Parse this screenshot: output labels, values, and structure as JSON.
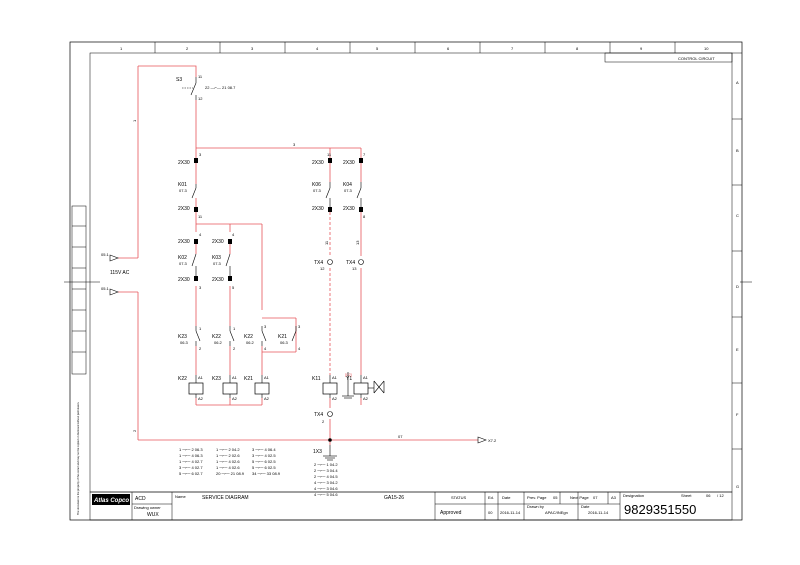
{
  "columns": [
    "1",
    "2",
    "3",
    "4",
    "5",
    "6",
    "7",
    "8",
    "9",
    "10"
  ],
  "rows": [
    "A",
    "B",
    "C",
    "D",
    "E",
    "F",
    "G"
  ],
  "header": {
    "section": "CONTROL CIRCUIT"
  },
  "supply": {
    "l1_ref": "05.1",
    "l2_ref": "05.1",
    "voltage": "115V AC"
  },
  "switch_s3": {
    "tag": "S3",
    "t1": "11",
    "t2": "12",
    "note": "22 —⌐— 21  08.7"
  },
  "wires": {
    "w1": "1",
    "w2": "2",
    "w3": "3",
    "wo": "07",
    "w11": "11",
    "w13": "13"
  },
  "terminals": {
    "x30": "2X30",
    "tx4": "TX4",
    "x3": "1X3",
    "pins": {
      "p3": "3",
      "p11": "11",
      "p7": "7",
      "p8": "8",
      "p4": "4",
      "p5": "5",
      "p12": "12",
      "p13": "13",
      "p1": "1",
      "p2": "2"
    }
  },
  "relays": {
    "k01": {
      "tag": "K01",
      "ref": "07.3"
    },
    "k02": {
      "tag": "K02",
      "ref": "07.3"
    },
    "k03": {
      "tag": "K03",
      "ref": "07.3"
    },
    "k06": {
      "tag": "K06",
      "ref": "07.3"
    },
    "k04": {
      "tag": "K04",
      "ref": "07.3"
    },
    "k23c": {
      "tag": "K23",
      "ref": "06.3"
    },
    "k22c": {
      "tag": "K22",
      "ref": "06.2"
    },
    "k22c2": {
      "tag": "K22",
      "ref": "06.2"
    },
    "k21c": {
      "tag": "K21",
      "ref": "06.3"
    }
  },
  "coils": [
    {
      "tag": "K22",
      "a1": "A1",
      "a2": "A2"
    },
    {
      "tag": "K23",
      "a1": "A1",
      "a2": "A2"
    },
    {
      "tag": "K21",
      "a1": "A1",
      "a2": "A2"
    },
    {
      "tag": "K11",
      "a1": "A1",
      "a2": "A2"
    },
    {
      "tag": "Y1",
      "a1": "A1",
      "a2": "A2"
    }
  ],
  "valve": {
    "ref": "[02]"
  },
  "outputs": {
    "x72": "X7.2"
  },
  "xref_lists": {
    "col1": [
      "1 ─⌐─ 2 06.3",
      "1 ─⌐─ 4 06.3",
      "1 ─⌐─ 4 02.7",
      "3 ─⌐─ 4 02.7",
      "5 ─⌐─ 6 02.7"
    ],
    "col2": [
      "1 ─⌐─ 2 04.2",
      "1 ─⌐─ 2 02.6",
      "1 ─⌐─ 4 02.6",
      "1 ─⌐─ 4 02.6",
      "20 ─⌐─ 21 08.9"
    ],
    "col3": [
      "3 ─⌐─ 4 06.4",
      "3 ─⌐─ 4 02.5",
      "5 ─⌐─ 6 02.5",
      "5 ─⌐─ 6 02.5",
      "34 ─⌐─ 33 08.9"
    ],
    "x3": [
      "2 ─⌐─ 1 04.2",
      "2 ─⌐─ 3 04.4",
      "2 ─⌐─ 4 04.5",
      "4 ─⌐─ 3 04.2",
      "4 ─⌐─ 3 04.6",
      "4 ─⌐─ 5 04.6"
    ]
  },
  "title_block": {
    "brand": "Atlas Copco",
    "company": "ACD",
    "drawing_owner_label": "Drawing owner",
    "drawing_owner": "WUX",
    "name_label": "Name",
    "name": "SERVICE DIAGRAM",
    "model": "GA15-26",
    "status_label": "STATUS",
    "status": "Approved",
    "ed_label": "Ed.",
    "ed": "00",
    "date_label": "Date",
    "date": "2016-11-14",
    "prev_label": "Prev. Page",
    "prev": "05",
    "next_label": "Next Page",
    "next": "07",
    "size": "A3",
    "drawn_label": "Drawn by",
    "drawn_by": "APAC/INEgn",
    "date2_label": "Date",
    "date2": "2016-11-14",
    "designation_label": "Designation",
    "designation": "9829351550",
    "sheet_label": "Sheet",
    "sheet": "06",
    "sheet_of": "/ 12"
  },
  "copyright": "The document is the property of the owner and may not be copied or disclosed without permission."
}
